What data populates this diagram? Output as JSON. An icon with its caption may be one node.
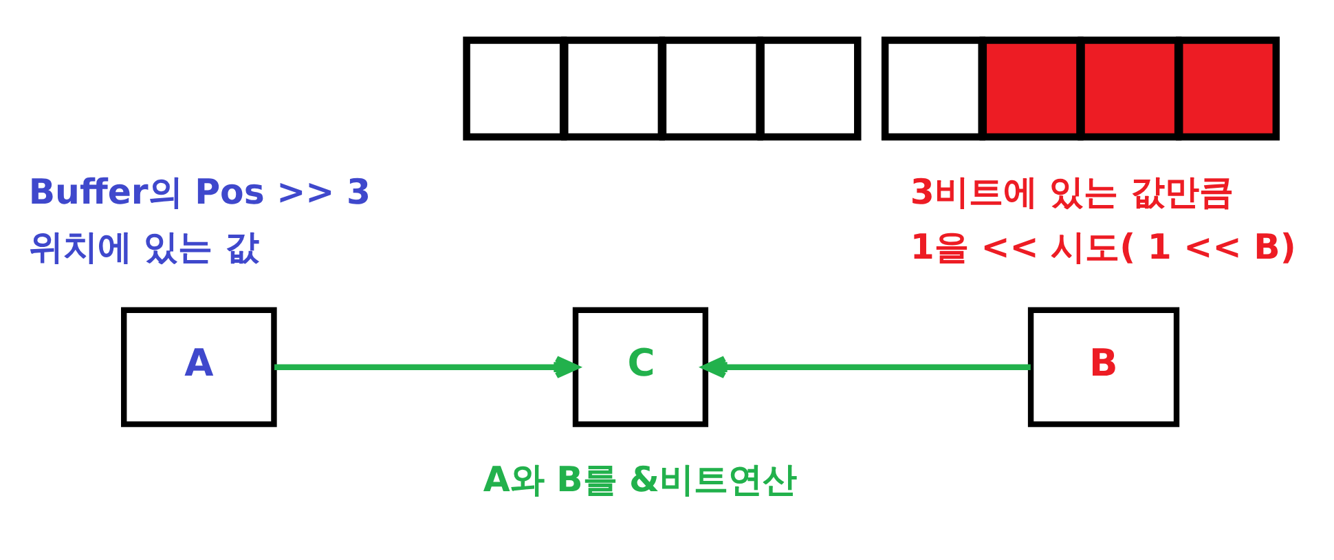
{
  "diagram": {
    "nodes": [
      {
        "text": [],
        "shape": "box"
      },
      {
        "text": [],
        "shape": "box"
      },
      {
        "text": [],
        "shape": "box"
      },
      {
        "text": [],
        "shape": "box"
      },
      {
        "text": [],
        "shape": "box"
      },
      {
        "text": [],
        "shape": "box"
      },
      {
        "text": [],
        "shape": "box"
      },
      {
        "text": [],
        "shape": "box"
      },
      {
        "text": [
          "A"
        ],
        "beside": [
          "Buffer의 Pos >> 3 위치에 있는 값"
        ]
      },
      {
        "text": [
          "C"
        ],
        "beside": [
          "A와 B를 &비트연산"
        ]
      },
      {
        "text": [
          "B"
        ],
        "beside": [
          "3비트에 있는 값만큼 1을 << 시도( 1 << B)"
        ]
      }
    ],
    "edges": [
      {
        "from": 8,
        "to": 9,
        "arrow": "to"
      },
      {
        "from": 10,
        "to": 9,
        "arrow": "to"
      }
    ]
  }
}
